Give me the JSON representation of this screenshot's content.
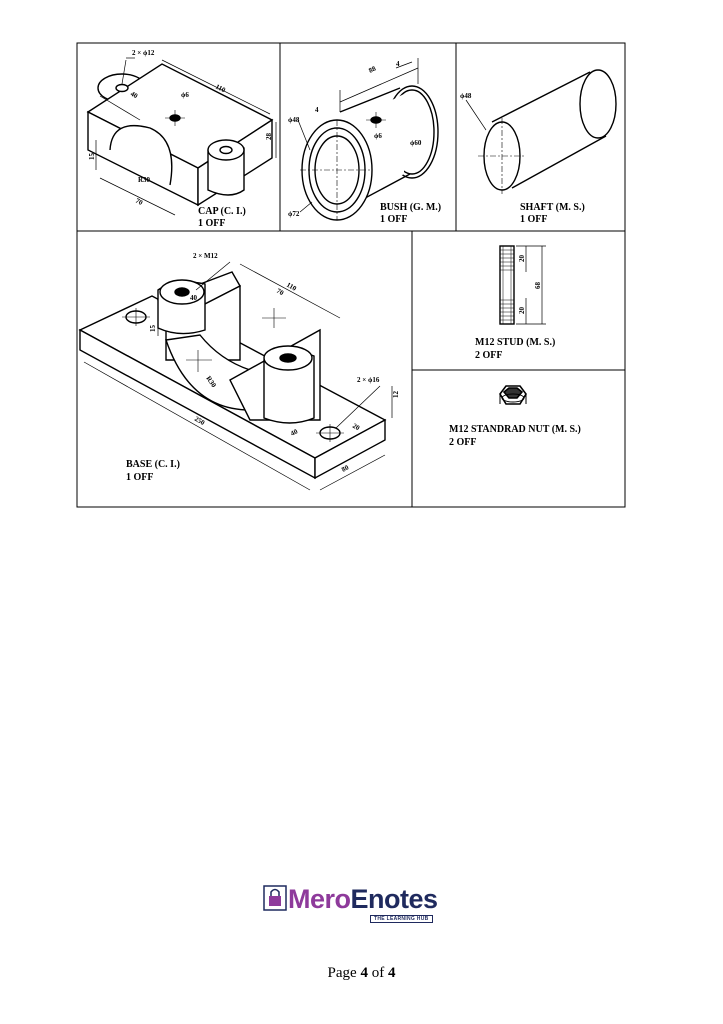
{
  "cap": {
    "title": "CAP (C. I.)",
    "qty": "1 OFF",
    "d_holes": "2 × ϕ12",
    "d_110": "110",
    "d_40": "40",
    "d_phi6": "ϕ6",
    "d_28": "28",
    "d_15": "15",
    "d_r30": "R30",
    "d_70": "70"
  },
  "bush": {
    "title": "BUSH (G. M.)",
    "qty": "1 OFF",
    "d_88": "88",
    "d_4a": "4",
    "d_4b": "4",
    "d_phi48": "ϕ48",
    "d_phi6": "ϕ6",
    "d_phi60": "ϕ60",
    "d_phi72": "ϕ72"
  },
  "shaft": {
    "title": "SHAFT (M. S.)",
    "qty": "1 OFF",
    "d_phi48": "ϕ48"
  },
  "base": {
    "title": "BASE (C. I.)",
    "qty": "1 OFF",
    "d_m12": "2 × M12",
    "d_110": "110",
    "d_70": "70",
    "d_40a": "40",
    "d_15": "15",
    "d_r30": "R30",
    "d_250": "250",
    "d_holes": "2 × ϕ16",
    "d_12": "12",
    "d_40b": "40",
    "d_20": "20",
    "d_80": "80"
  },
  "stud": {
    "title": "M12 STUD (M. S.)",
    "qty": "2 OFF",
    "d_20a": "20",
    "d_20b": "20",
    "d_68": "68"
  },
  "nut": {
    "title": "M12 STANDRAD NUT (M. S.)",
    "qty": "2 OFF"
  },
  "logo": {
    "mero": "Mero",
    "enotes": "Enotes",
    "tagline": "THE LEARNING HUB"
  },
  "footer": {
    "page_prefix": "Page",
    "page_current": "4",
    "page_of": "of",
    "page_total": "4"
  }
}
